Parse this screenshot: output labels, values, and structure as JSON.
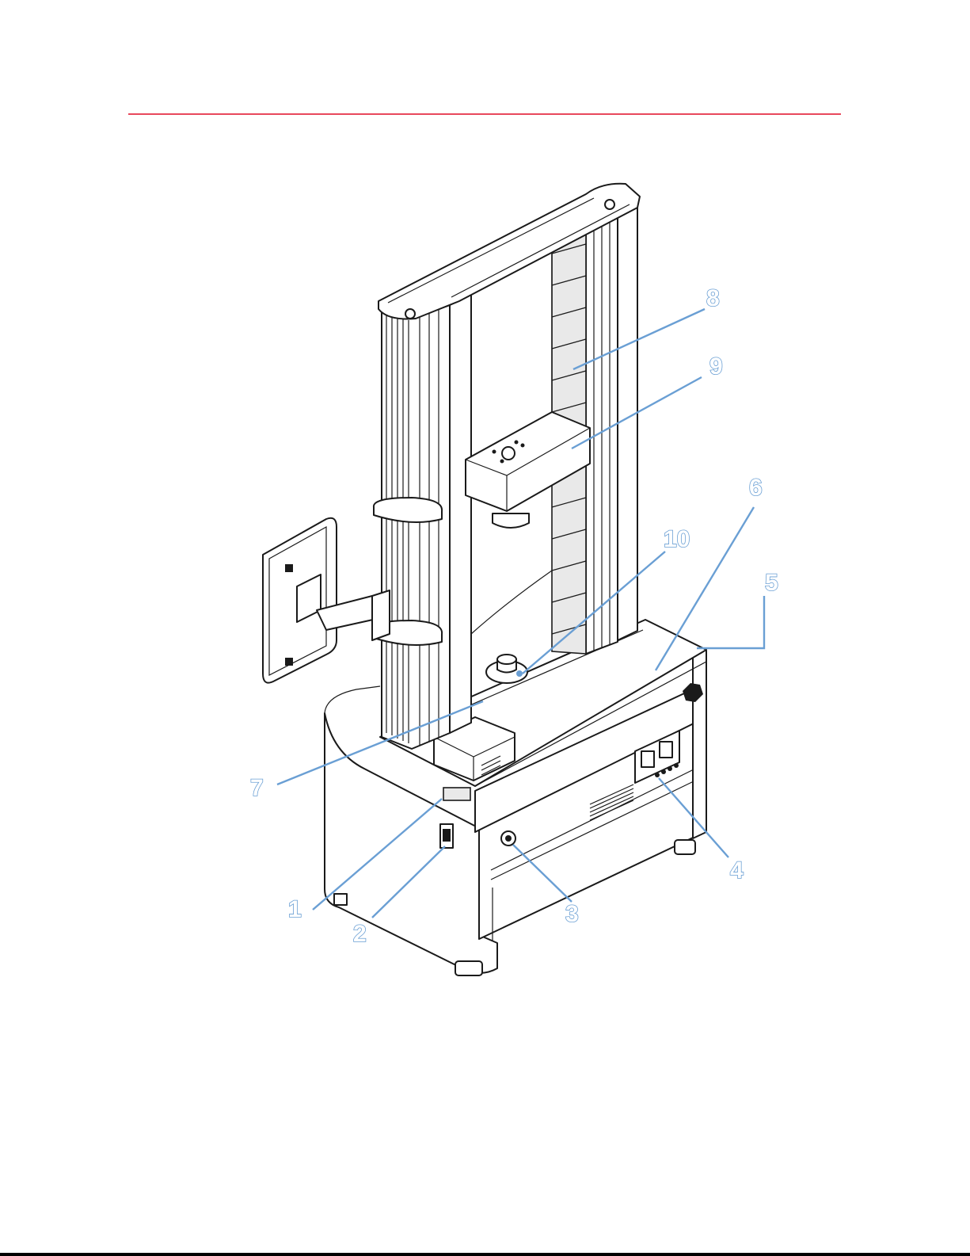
{
  "page": {
    "accent_rule_color": "#e8485c",
    "callout_color": "#6a9fd4",
    "border_color": "#000000"
  },
  "callouts": [
    {
      "id": "1",
      "label": "1"
    },
    {
      "id": "2",
      "label": "2"
    },
    {
      "id": "3",
      "label": "3"
    },
    {
      "id": "4",
      "label": "4"
    },
    {
      "id": "5",
      "label": "5"
    },
    {
      "id": "6",
      "label": "6"
    },
    {
      "id": "7",
      "label": "7"
    },
    {
      "id": "8",
      "label": "8"
    },
    {
      "id": "9",
      "label": "9"
    },
    {
      "id": "10",
      "label": "10"
    }
  ]
}
